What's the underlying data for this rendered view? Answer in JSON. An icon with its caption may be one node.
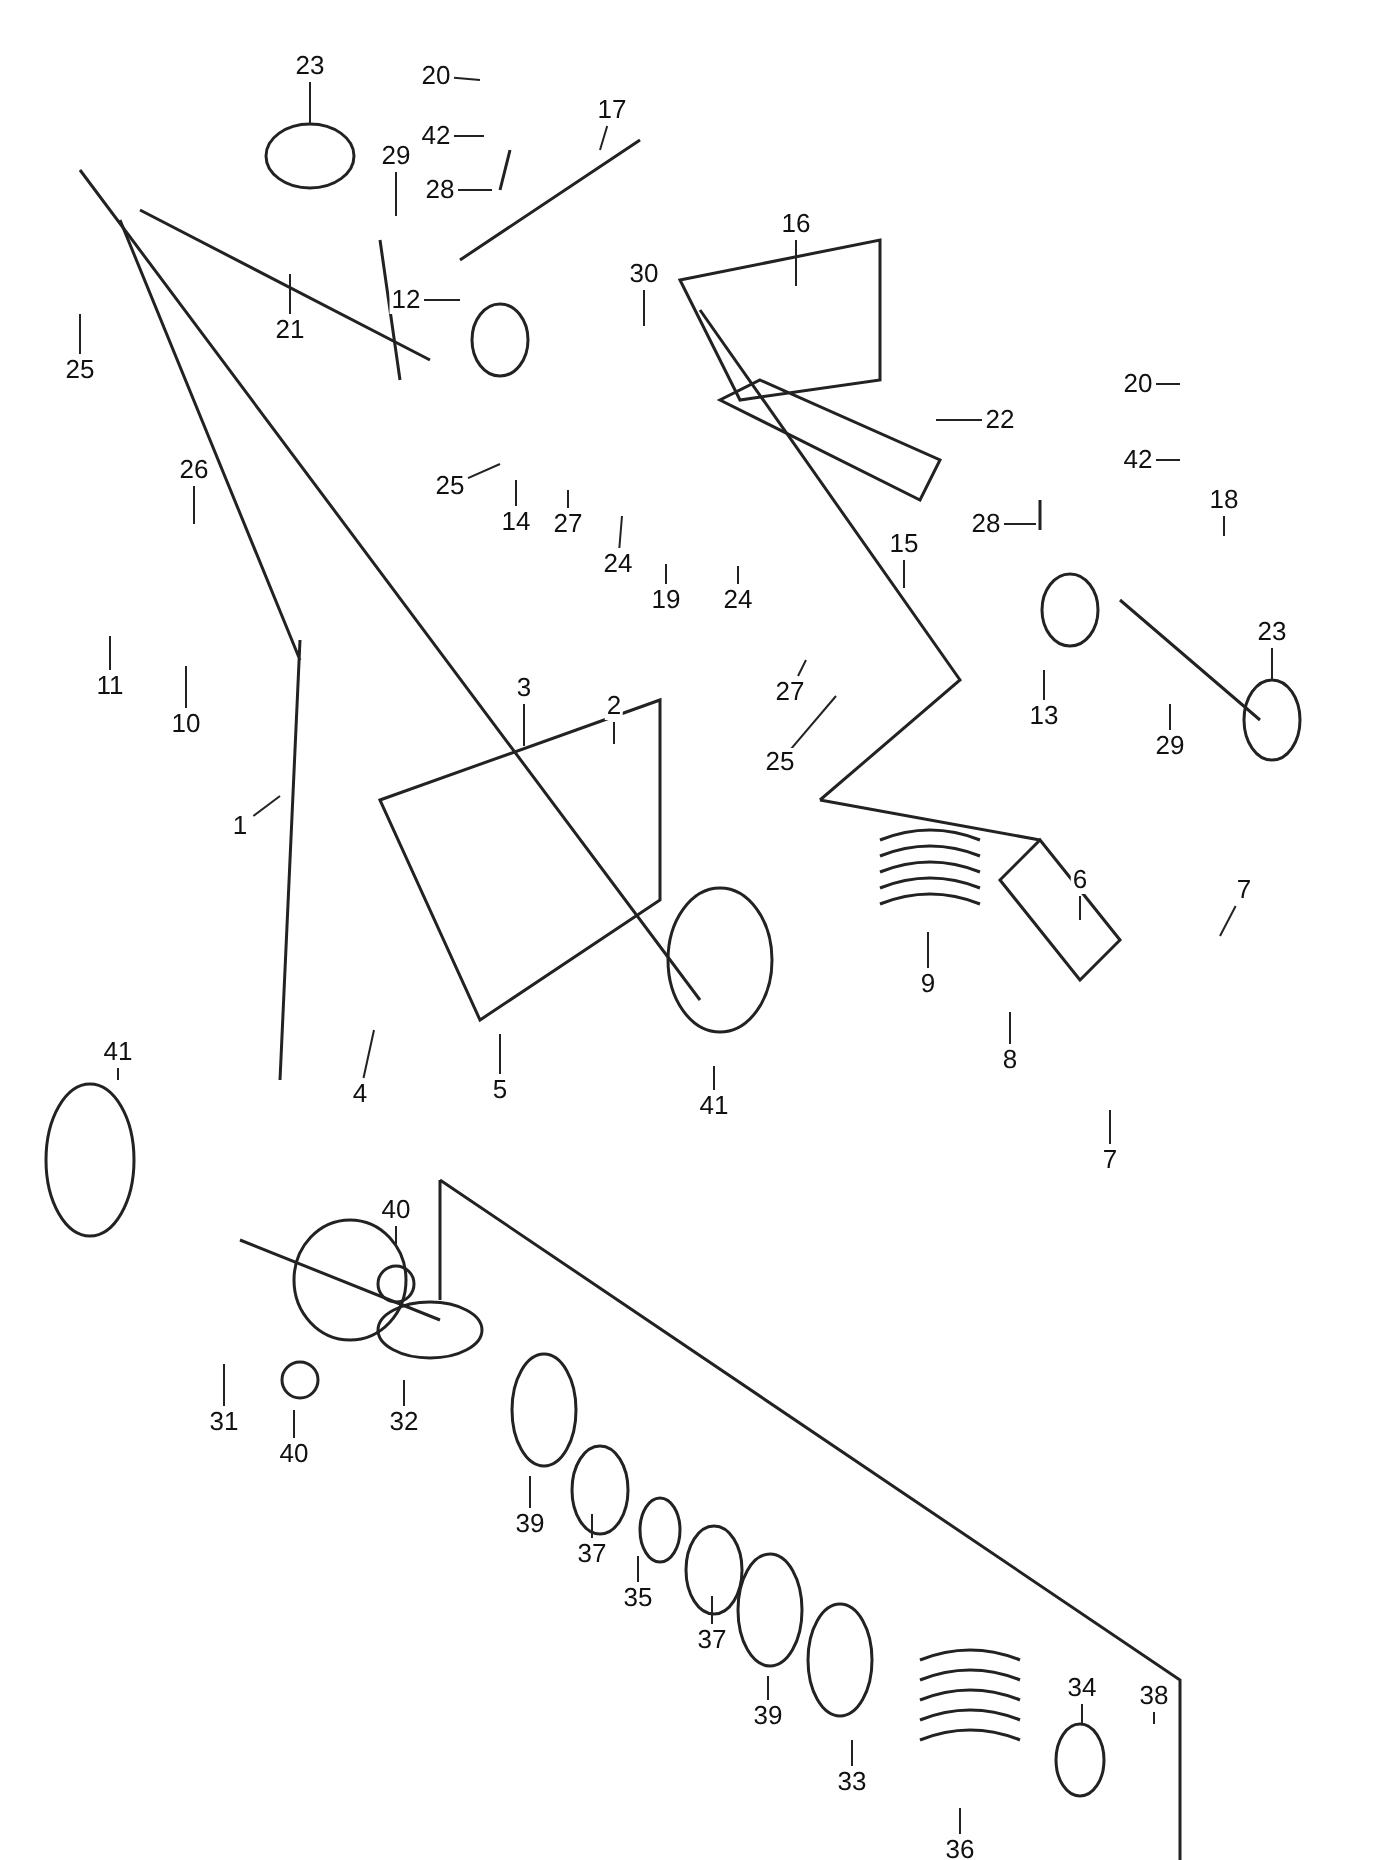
{
  "diagram": {
    "nodes": [
      {
        "text": [
          "23"
        ]
      },
      {
        "text": [
          "20"
        ]
      },
      {
        "text": [
          "42"
        ]
      },
      {
        "text": [
          "17"
        ]
      },
      {
        "text": [
          "29"
        ]
      },
      {
        "text": [
          "28"
        ]
      },
      {
        "text": [
          "16"
        ]
      },
      {
        "text": [
          "30"
        ]
      },
      {
        "text": [
          "12"
        ]
      },
      {
        "text": [
          "21"
        ]
      },
      {
        "text": [
          "25"
        ]
      },
      {
        "text": [
          "20"
        ]
      },
      {
        "text": [
          "22"
        ]
      },
      {
        "text": [
          "42"
        ]
      },
      {
        "text": [
          "26"
        ]
      },
      {
        "text": [
          "25"
        ]
      },
      {
        "text": [
          "14"
        ]
      },
      {
        "text": [
          "27"
        ]
      },
      {
        "text": [
          "24"
        ]
      },
      {
        "text": [
          "18"
        ]
      },
      {
        "text": [
          "28"
        ]
      },
      {
        "text": [
          "15"
        ]
      },
      {
        "text": [
          "19"
        ]
      },
      {
        "text": [
          "24"
        ]
      },
      {
        "text": [
          "23"
        ]
      },
      {
        "text": [
          "11"
        ]
      },
      {
        "text": [
          "10"
        ]
      },
      {
        "text": [
          "3"
        ]
      },
      {
        "text": [
          "2"
        ]
      },
      {
        "text": [
          "27"
        ]
      },
      {
        "text": [
          "13"
        ]
      },
      {
        "text": [
          "29"
        ]
      },
      {
        "text": [
          "25"
        ]
      },
      {
        "text": [
          "1"
        ]
      },
      {
        "text": [
          "6"
        ]
      },
      {
        "text": [
          "7"
        ]
      },
      {
        "text": [
          "9"
        ]
      },
      {
        "text": [
          "41"
        ]
      },
      {
        "text": [
          "8"
        ]
      },
      {
        "text": [
          "4"
        ]
      },
      {
        "text": [
          "5"
        ]
      },
      {
        "text": [
          "41"
        ]
      },
      {
        "text": [
          "7"
        ]
      },
      {
        "text": [
          "40"
        ]
      },
      {
        "text": [
          "31"
        ]
      },
      {
        "text": [
          "32"
        ]
      },
      {
        "text": [
          "40"
        ]
      },
      {
        "text": [
          "39"
        ]
      },
      {
        "text": [
          "37"
        ]
      },
      {
        "text": [
          "35"
        ]
      },
      {
        "text": [
          "37"
        ]
      },
      {
        "text": [
          "34"
        ]
      },
      {
        "text": [
          "38"
        ]
      },
      {
        "text": [
          "39"
        ]
      },
      {
        "text": [
          "33"
        ]
      },
      {
        "text": [
          "36"
        ]
      }
    ],
    "edges": [
      {
        "from": 0,
        "to": null,
        "arrow": "none"
      },
      {
        "from": 1,
        "to": null,
        "arrow": "none"
      },
      {
        "from": 2,
        "to": null,
        "arrow": "none"
      },
      {
        "from": 3,
        "to": null,
        "arrow": "none"
      },
      {
        "from": 4,
        "to": null,
        "arrow": "none"
      },
      {
        "from": 5,
        "to": null,
        "arrow": "none"
      },
      {
        "from": 6,
        "to": null,
        "arrow": "none"
      },
      {
        "from": 7,
        "to": null,
        "arrow": "none"
      },
      {
        "from": 8,
        "to": null,
        "arrow": "none"
      },
      {
        "from": 9,
        "to": null,
        "arrow": "none"
      },
      {
        "from": 10,
        "to": null,
        "arrow": "none"
      },
      {
        "from": 11,
        "to": null,
        "arrow": "none"
      },
      {
        "from": 12,
        "to": null,
        "arrow": "none"
      },
      {
        "from": 13,
        "to": null,
        "arrow": "none"
      },
      {
        "from": 14,
        "to": null,
        "arrow": "none"
      },
      {
        "from": 15,
        "to": null,
        "arrow": "none"
      },
      {
        "from": 16,
        "to": null,
        "arrow": "none"
      },
      {
        "from": 17,
        "to": null,
        "arrow": "none"
      },
      {
        "from": 18,
        "to": null,
        "arrow": "none"
      },
      {
        "from": 19,
        "to": null,
        "arrow": "none"
      },
      {
        "from": 20,
        "to": null,
        "arrow": "none"
      },
      {
        "from": 21,
        "to": null,
        "arrow": "none"
      },
      {
        "from": 22,
        "to": null,
        "arrow": "none"
      },
      {
        "from": 23,
        "to": null,
        "arrow": "none"
      },
      {
        "from": 24,
        "to": null,
        "arrow": "none"
      },
      {
        "from": 25,
        "to": null,
        "arrow": "none"
      },
      {
        "from": 26,
        "to": null,
        "arrow": "none"
      },
      {
        "from": 27,
        "to": null,
        "arrow": "none"
      },
      {
        "from": 28,
        "to": null,
        "arrow": "none"
      },
      {
        "from": 29,
        "to": null,
        "arrow": "none"
      },
      {
        "from": 30,
        "to": null,
        "arrow": "none"
      },
      {
        "from": 31,
        "to": null,
        "arrow": "none"
      },
      {
        "from": 32,
        "to": null,
        "arrow": "none"
      },
      {
        "from": 33,
        "to": null,
        "arrow": "none"
      },
      {
        "from": 34,
        "to": null,
        "arrow": "none"
      },
      {
        "from": 35,
        "to": null,
        "arrow": "none"
      },
      {
        "from": 36,
        "to": null,
        "arrow": "none"
      },
      {
        "from": 37,
        "to": null,
        "arrow": "none"
      },
      {
        "from": 38,
        "to": null,
        "arrow": "none"
      },
      {
        "from": 39,
        "to": null,
        "arrow": "none"
      },
      {
        "from": 40,
        "to": null,
        "arrow": "none"
      },
      {
        "from": 41,
        "to": null,
        "arrow": "none"
      },
      {
        "from": 42,
        "to": null,
        "arrow": "none"
      },
      {
        "from": 43,
        "to": null,
        "arrow": "none"
      },
      {
        "from": 44,
        "to": null,
        "arrow": "none"
      },
      {
        "from": 45,
        "to": null,
        "arrow": "none"
      },
      {
        "from": 46,
        "to": null,
        "arrow": "none"
      },
      {
        "from": 47,
        "to": null,
        "arrow": "none"
      },
      {
        "from": 48,
        "to": null,
        "arrow": "none"
      },
      {
        "from": 49,
        "to": null,
        "arrow": "none"
      },
      {
        "from": 50,
        "to": null,
        "arrow": "none"
      },
      {
        "from": 51,
        "to": null,
        "arrow": "none"
      },
      {
        "from": 52,
        "to": null,
        "arrow": "none"
      },
      {
        "from": 53,
        "to": null,
        "arrow": "none"
      },
      {
        "from": 54,
        "to": null,
        "arrow": "none"
      },
      {
        "from": 55,
        "to": null,
        "arrow": "none"
      }
    ]
  }
}
